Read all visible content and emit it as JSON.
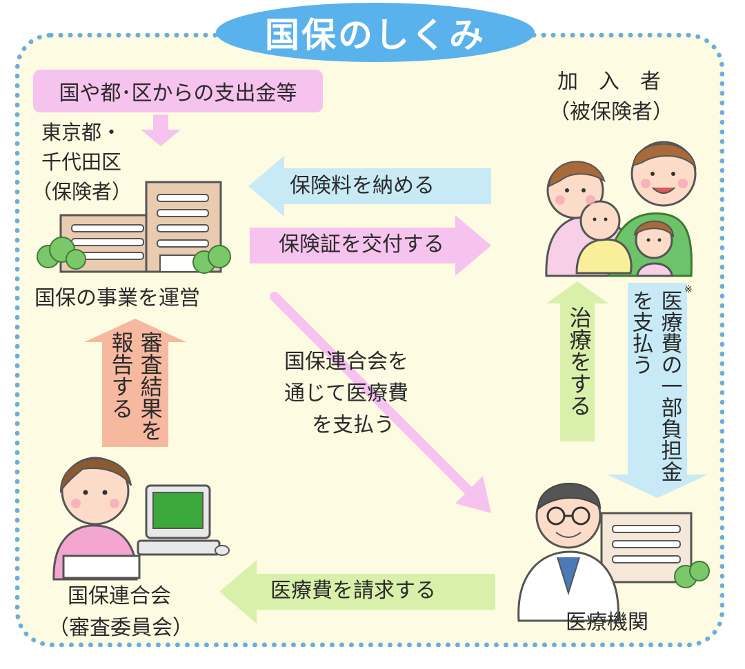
{
  "title": "国保のしくみ",
  "funding": "国や都･区からの支出金等",
  "insurer": {
    "line1": "東京都・",
    "line2": "千代田区",
    "line3": "（保険者）",
    "operate": "国保の事業を運営"
  },
  "insured": {
    "line1": "加　入　者",
    "line2": "（被保険者）"
  },
  "federation": {
    "line1": "国保連合会",
    "line2": "（審査委員会）"
  },
  "hospital": {
    "label": "医療機関"
  },
  "flows": {
    "pay_premium": "保険料を納める",
    "issue_card": "保険証を交付する",
    "report_col1": "審査結果を",
    "report_col2": "報告する",
    "via_line1": "国保連合会を",
    "via_line2": "通じて医療費",
    "via_line3": "を支払う",
    "treatment": "治療をする",
    "copay_col1": "医療費の一部負担金",
    "copay_col2": "を支払う",
    "copay_mark": "※",
    "claim": "医療費を請求する"
  },
  "colors": {
    "frame_border": "#66aee6",
    "frame_fill": "#fdfbe2",
    "title_fill": "#5ab2ec",
    "arrow_blue": "#c7eaf6",
    "arrow_pink": "#f6c3ee",
    "arrow_green": "#d9f0aa",
    "arrow_orange": "#f6b9a0"
  }
}
